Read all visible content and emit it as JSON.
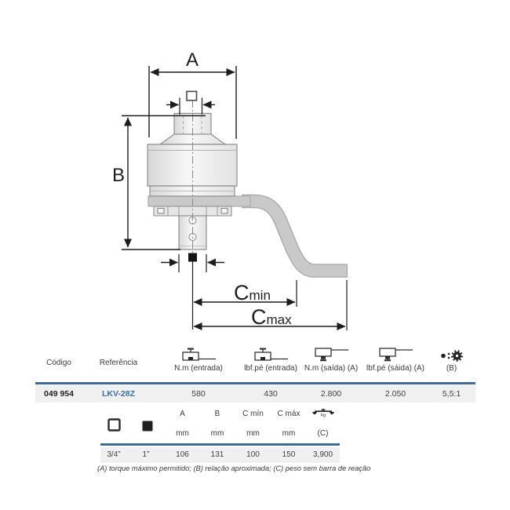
{
  "drawing": {
    "dim_a": "A",
    "dim_b": "B",
    "cmin_c": "C",
    "cmin_sub": "min",
    "cmax_c": "C",
    "cmax_sub": "max"
  },
  "table1": {
    "headers": {
      "codigo": "Código",
      "referencia": "Referência",
      "nm_in": "N.m (entrada)",
      "lbf_in": "lbf.pé (entrada)",
      "nm_out": "N.m (saída) (A)",
      "lbf_out": "lbf.pé (sáida) (A)",
      "b": "(B)"
    },
    "row": {
      "codigo": "049 954",
      "referencia": "LKV-28Z",
      "nm_in": "580",
      "lbf_in": "430",
      "nm_out": "2.800",
      "lbf_out": "2.050",
      "b": "5,5:1"
    }
  },
  "table2": {
    "headers": {
      "a": "A",
      "b": "B",
      "cmin": "C mín",
      "cmax": "C máx"
    },
    "unit_mm": "mm",
    "weight_unit": "kg",
    "c_label": "(C)",
    "row": {
      "drive_in": "3/4”",
      "drive_out": "1”",
      "a": "106",
      "b": "131",
      "cmin": "100",
      "cmax": "150",
      "weight": "3,900"
    }
  },
  "footnote": "(A) torque máximo permitido; (B) relação aproximada; (C) peso sem barra de reação",
  "colors": {
    "accent_blue": "#3a6ba3",
    "link_blue": "#3570ab",
    "row_bg": "#f0f0f0",
    "bar_gray": "#c9c9c9"
  }
}
